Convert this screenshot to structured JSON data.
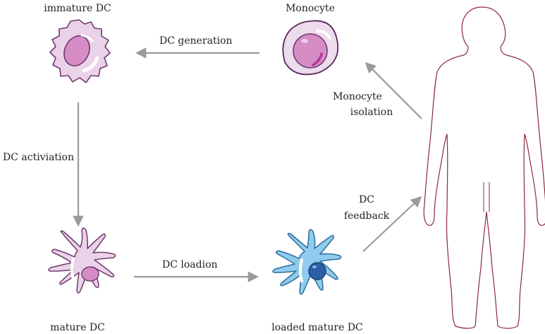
{
  "cells": {
    "immature_dc": "immature DC",
    "monocyte": "Monocyte",
    "mature_dc": "mature DC",
    "loaded_mature_dc": "loaded mature DC"
  },
  "steps": {
    "dc_generation": "DC generation",
    "monocyte_isolation_line1": "Monocyte",
    "monocyte_isolation_line2": "isolation",
    "dc_activation": "DC activiation",
    "dc_loading": "DC loadion",
    "dc_feedback_line1": "DC",
    "dc_feedback_line2": "feedback"
  },
  "colors": {
    "arrow": "#9a9a9a",
    "immature_cell_fill": "#ead3e8",
    "immature_cell_stroke": "#6e3a6e",
    "monocyte_fill": "#ecdcee",
    "nucleus_fill": "#d68cc4",
    "loaded_cell_fill": "#8fcbee",
    "loaded_cell_stroke": "#2e6e98",
    "loaded_nucleus_fill": "#2b5fa6",
    "body_outline": "#8a2a3a"
  }
}
